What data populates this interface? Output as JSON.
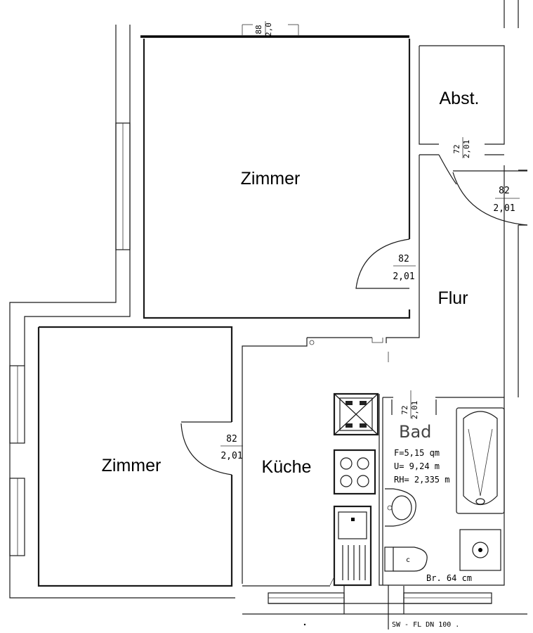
{
  "rooms": {
    "zimmer_top": "Zimmer",
    "zimmer_bottom": "Zimmer",
    "abst": "Abst.",
    "flur": "Flur",
    "kueche": "Küche",
    "bad": "Bad"
  },
  "doors": {
    "top_window": {
      "width": "88",
      "height": "2,0"
    },
    "abst_door": {
      "width": "72",
      "height": "2,01"
    },
    "entry_door": {
      "width": "82",
      "height": "2,01"
    },
    "zimmer_top_door": {
      "width": "82",
      "height": "2,01"
    },
    "zimmer_bottom_door": {
      "width": "82",
      "height": "2,01"
    },
    "bad_door": {
      "width": "72",
      "height": "2,01"
    }
  },
  "bad_info": {
    "area": "F=5,15 qm",
    "perimeter": "U= 9,24 m",
    "room_height": "RH= 2,335 m",
    "width_note": "Br. 64 cm"
  },
  "pipe_note": "SW - FL DN 100 ."
}
